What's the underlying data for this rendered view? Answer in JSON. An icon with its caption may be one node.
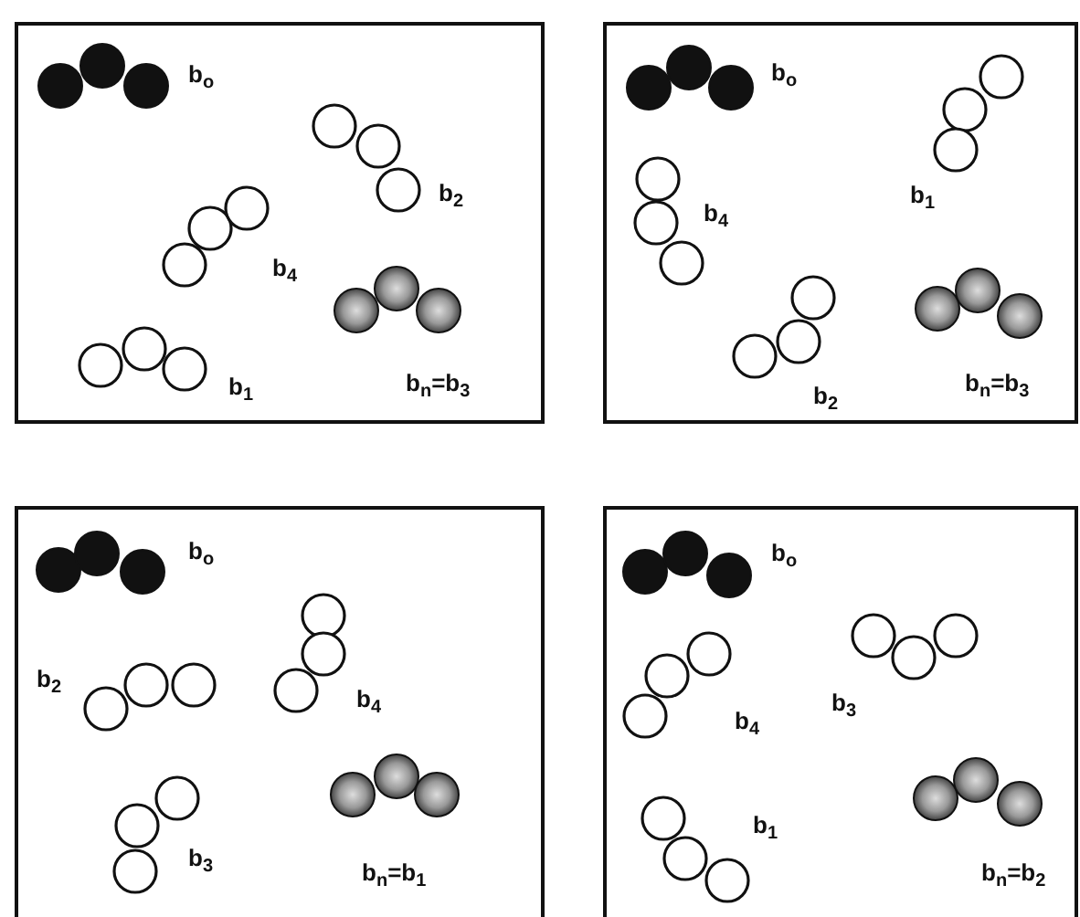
{
  "diagram": {
    "nodes": [
      {
        "text": [],
        "shape": "box"
      },
      {
        "text": [],
        "shape": "circle",
        "in": 0,
        "beside": [
          "b$_{o}$"
        ]
      },
      {
        "text": [],
        "shape": "circle",
        "in": 0,
        "beside": [
          "b$_{2}$"
        ]
      },
      {
        "text": [],
        "shape": "circle",
        "in": 0,
        "beside": [
          "b$_{4}$"
        ]
      },
      {
        "text": [],
        "shape": "circle",
        "in": 0,
        "beside": [
          "b$_{n}$=b$_{3}$"
        ]
      },
      {
        "text": [],
        "shape": "circle",
        "in": 0,
        "beside": [
          "b$_{1}$"
        ]
      },
      {
        "text": [],
        "shape": "box"
      },
      {
        "text": [],
        "shape": "circle",
        "in": 6,
        "beside": [
          "b$_{o}$"
        ]
      },
      {
        "text": [],
        "shape": "circle",
        "in": 6,
        "beside": [
          "b$_{1}$"
        ]
      },
      {
        "text": [],
        "shape": "circle",
        "in": 6,
        "beside": [
          "b$_{4}$"
        ]
      },
      {
        "text": [],
        "shape": "circle",
        "in": 6,
        "beside": [
          "b$_{2}$"
        ]
      },
      {
        "text": [],
        "shape": "circle",
        "in": 6,
        "beside": [
          "b$_{n}$=b$_{3}$"
        ]
      },
      {
        "text": [],
        "shape": "box"
      },
      {
        "text": [],
        "shape": "circle",
        "in": 12,
        "beside": [
          "b$_{o}$"
        ]
      },
      {
        "text": [],
        "shape": "circle",
        "in": 12,
        "beside": [
          "b$_{2}$"
        ]
      },
      {
        "text": [],
        "shape": "circle",
        "in": 12,
        "beside": [
          "b$_{4}$"
        ]
      },
      {
        "text": [],
        "shape": "circle",
        "in": 12,
        "beside": [
          "b$_{3}$"
        ]
      },
      {
        "text": [],
        "shape": "circle",
        "in": 12,
        "beside": [
          "b$_{n}$=b$_{1}$"
        ]
      },
      {
        "text": [],
        "shape": "box"
      },
      {
        "text": [],
        "shape": "circle",
        "in": 18,
        "beside": [
          "b$_{o}$"
        ]
      },
      {
        "text": [],
        "shape": "circle",
        "in": 18,
        "beside": [
          "b$_{3}$"
        ]
      },
      {
        "text": [],
        "shape": "circle",
        "in": 18,
        "beside": [
          "b$_{4}$"
        ]
      },
      {
        "text": [],
        "shape": "circle",
        "in": 18,
        "beside": [
          "b$_{1}$"
        ]
      },
      {
        "text": [],
        "shape": "circle",
        "in": 18,
        "beside": [
          "b$_{n}$=b$_{2}$"
        ]
      }
    ]
  }
}
